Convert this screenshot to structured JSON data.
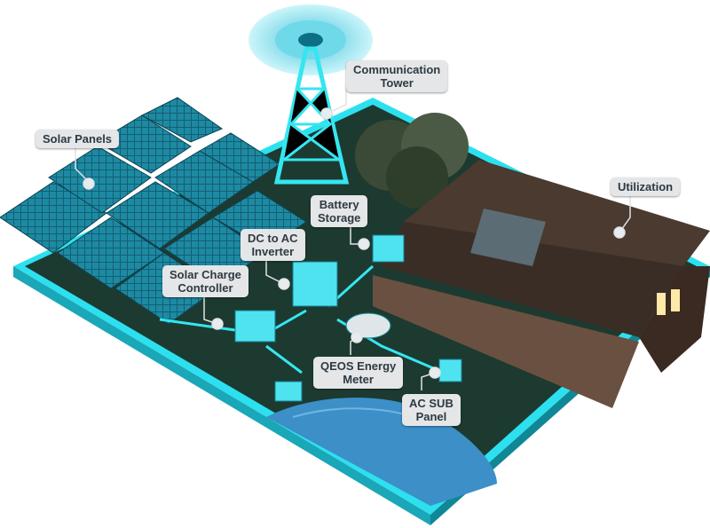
{
  "title": "Off-grid solar energy system",
  "labels": {
    "communication_tower": [
      "Communication",
      "Tower"
    ],
    "solar_panels": [
      "Solar Panels"
    ],
    "utilization": [
      "Utilization"
    ],
    "battery_storage": [
      "Battery",
      "Storage"
    ],
    "inverter": [
      "DC to AC",
      "Inverter"
    ],
    "charge_controller": [
      "Solar Charge",
      "Controller"
    ],
    "energy_meter": [
      "QEOS Energy",
      "Meter"
    ],
    "ac_sub_panel": [
      "AC SUB",
      "Panel"
    ]
  },
  "colors": {
    "ground": "#1d3a30",
    "edge_glow": "#35e6f0",
    "panel": "#1a7d94",
    "device": "#4fe3f0",
    "water": "#3d8fc8",
    "house": "#3a2a22",
    "label_bg": "#e4e6e8"
  }
}
